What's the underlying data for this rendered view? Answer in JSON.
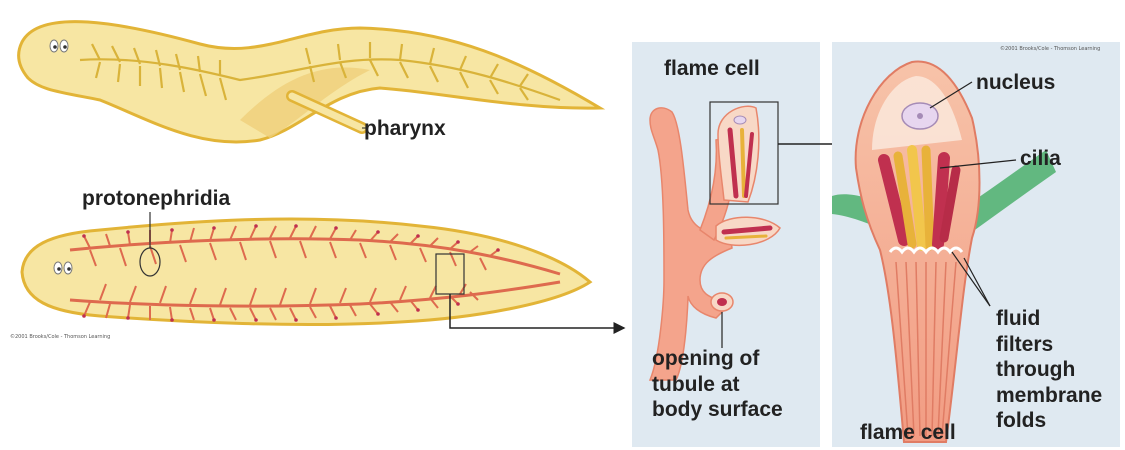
{
  "labels": {
    "pharynx": "pharynx",
    "protonephridia": "protonephridia",
    "flame_cell_top": "flame cell",
    "opening_line1": "opening of",
    "opening_line2": "tubule at",
    "opening_line3": "body surface",
    "nucleus": "nucleus",
    "cilia": "cilia",
    "fluid_line1": "fluid",
    "fluid_line2": "filters",
    "fluid_line3": "through",
    "fluid_line4": "membrane",
    "fluid_line5": "folds",
    "flame_cell_bottom": "flame cell"
  },
  "credits": {
    "left": "©2001 Brooks/Cole - Thomson Learning",
    "right": "©2001 Brooks/Cole - Thomson Learning"
  },
  "colors": {
    "worm_body": "#f7e6a3",
    "worm_edge": "#e2b437",
    "gut": "#d9b33a",
    "nephridia": "#de6a4e",
    "panel_bg": "#dfe9f1",
    "tubule": "#f4a48c",
    "cilia_red": "#c0304f",
    "cilia_yellow": "#e8b23a",
    "green": "#4caf6c"
  }
}
